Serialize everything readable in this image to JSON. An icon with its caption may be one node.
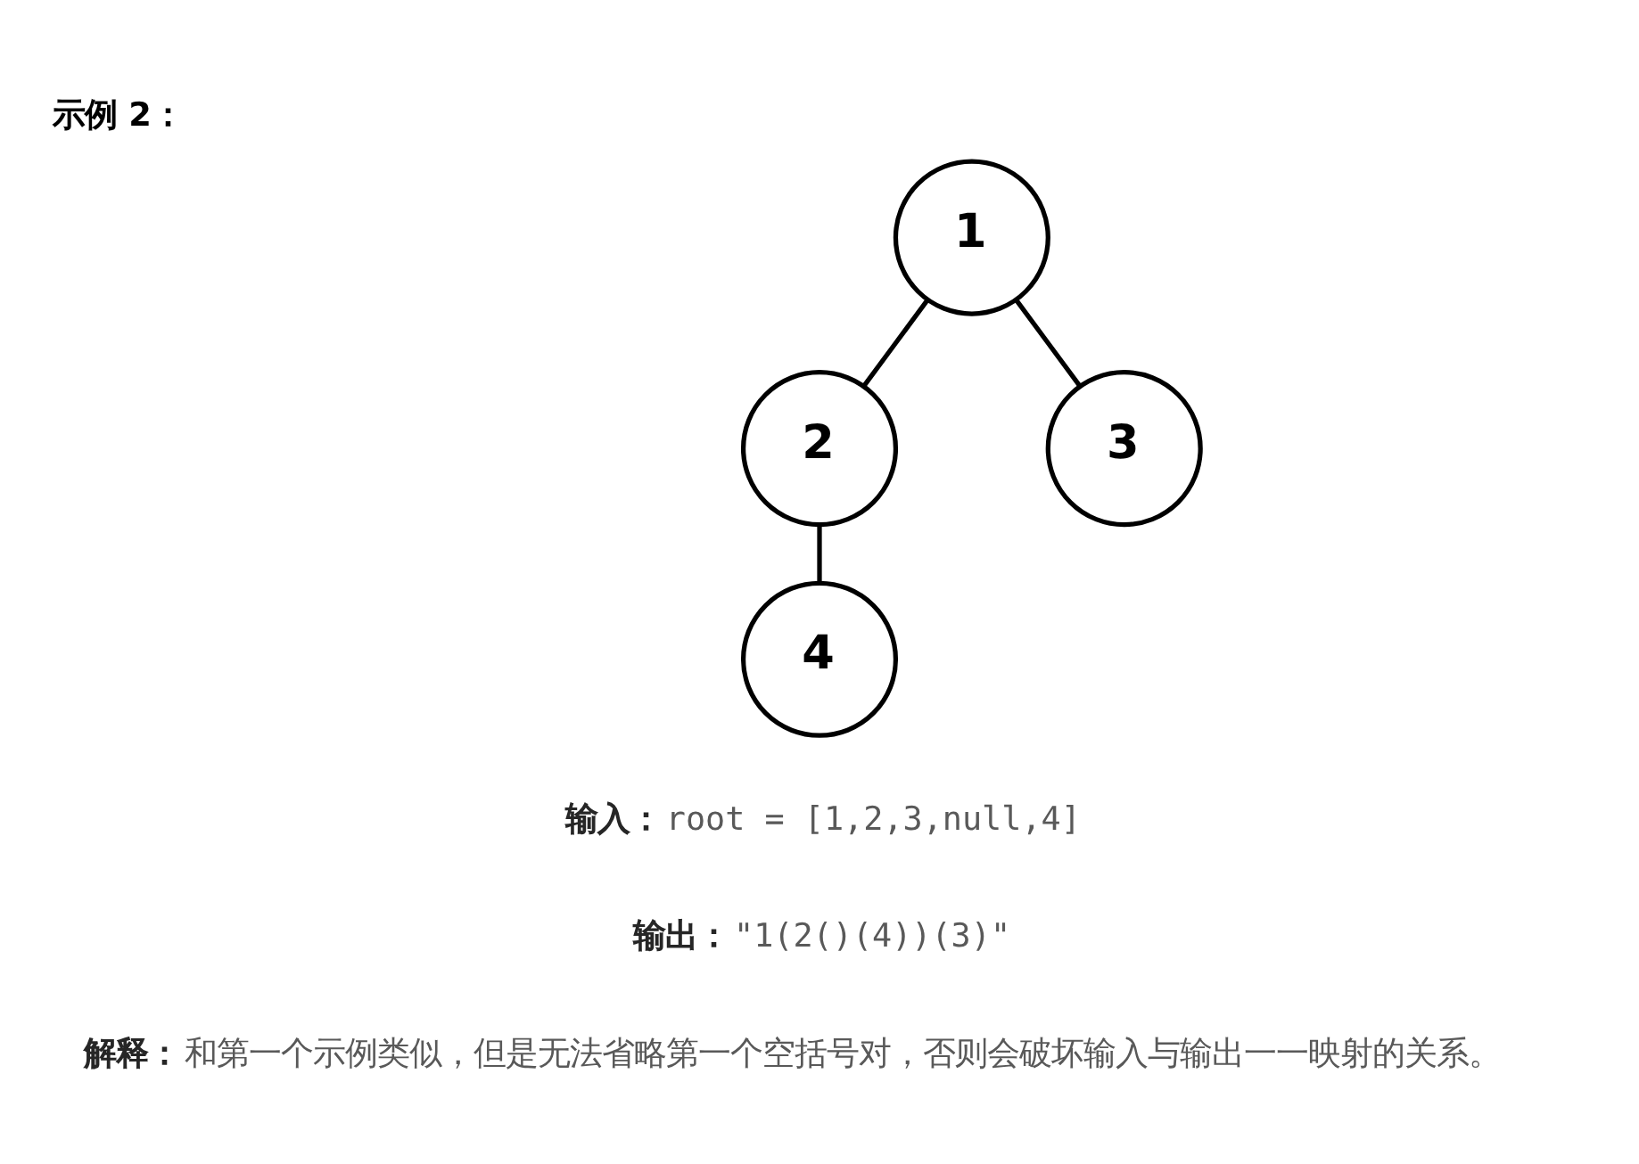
{
  "diagram": {
    "title": "示例 2：",
    "nodes": [
      {
        "text": [
          "1"
        ]
      },
      {
        "text": [
          "2"
        ]
      },
      {
        "text": [
          "3"
        ]
      },
      {
        "text": [
          "4"
        ]
      }
    ],
    "edges": [
      {
        "from": 0,
        "to": 1,
        "arrow": "none"
      },
      {
        "from": 0,
        "to": 2,
        "arrow": "none"
      },
      {
        "from": 1,
        "to": 3,
        "arrow": "none"
      }
    ],
    "labels": [
      "**输入：**root = [1,2,3,null,4]",
      "**输出：**\"1(2()(4))(3)\"",
      "**解释：**和第一个示例类似，但是无法省略第一个空括号对，否则会破坏输入与输出一一映射的关系。"
    ]
  }
}
